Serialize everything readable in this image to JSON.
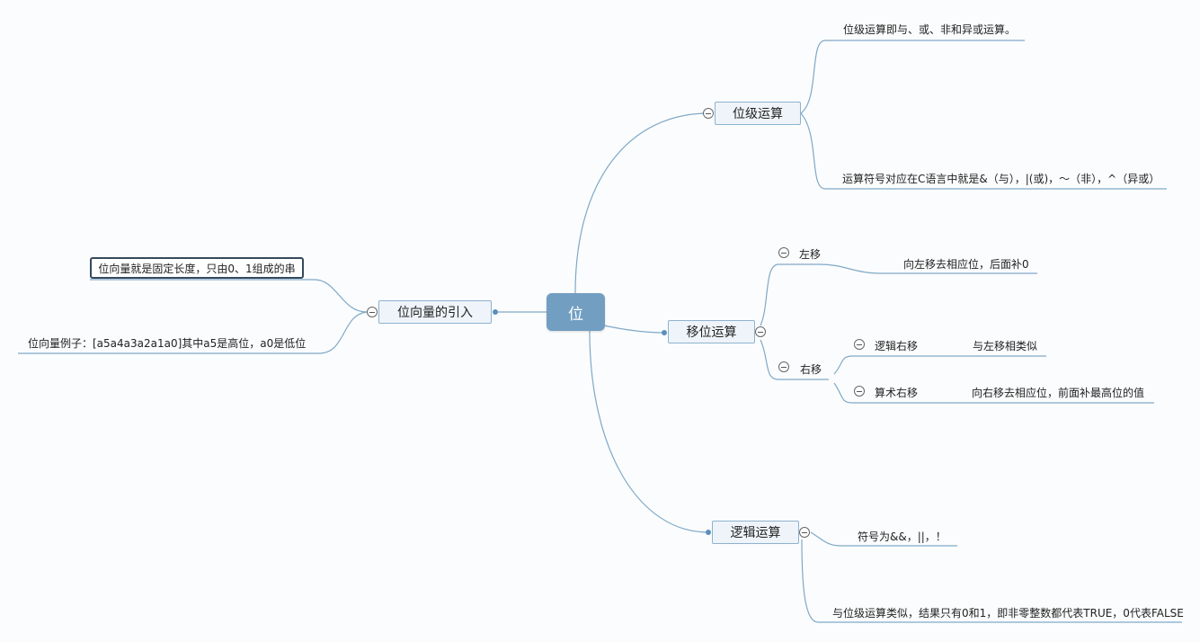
{
  "root": {
    "label": "位"
  },
  "bit_ops": {
    "label": "位级运算",
    "leaves": [
      "位级运算即与、或、非和异或运算。",
      "运算符号对应在C语言中就是&（与），|(或)，～（非），^（异或）"
    ]
  },
  "shift_ops": {
    "label": "移位运算",
    "left_shift": {
      "label": "左移",
      "leaf": "向左移去相应位，后面补0"
    },
    "right_shift": {
      "label": "右移",
      "logical": {
        "label": "逻辑右移",
        "leaf": "与左移相类似"
      },
      "arithmetic": {
        "label": "算术右移",
        "leaf": "向右移去相应位，前面补最高位的值"
      }
    }
  },
  "logic_ops": {
    "label": "逻辑运算",
    "leaves": [
      "符号为&&，||，！",
      "与位级运算类似，结果只有0和1，即非零整数都代表TRUE，0代表FALSE"
    ]
  },
  "bit_vector": {
    "label": "位向量的引入",
    "leaves": [
      "位向量就是固定长度，只由0、1组成的串",
      "位向量例子：[a5a4a3a2a1a0]其中a5是高位，a0是低位"
    ]
  },
  "icons": {
    "collapse": "collapse-minus-icon"
  },
  "colors": {
    "root_fill": "#729ec2",
    "topic_fill": "#eef4f9",
    "topic_border": "#8eb2cf",
    "connector": "#7fa9c8",
    "highlight_border": "#35495c"
  }
}
